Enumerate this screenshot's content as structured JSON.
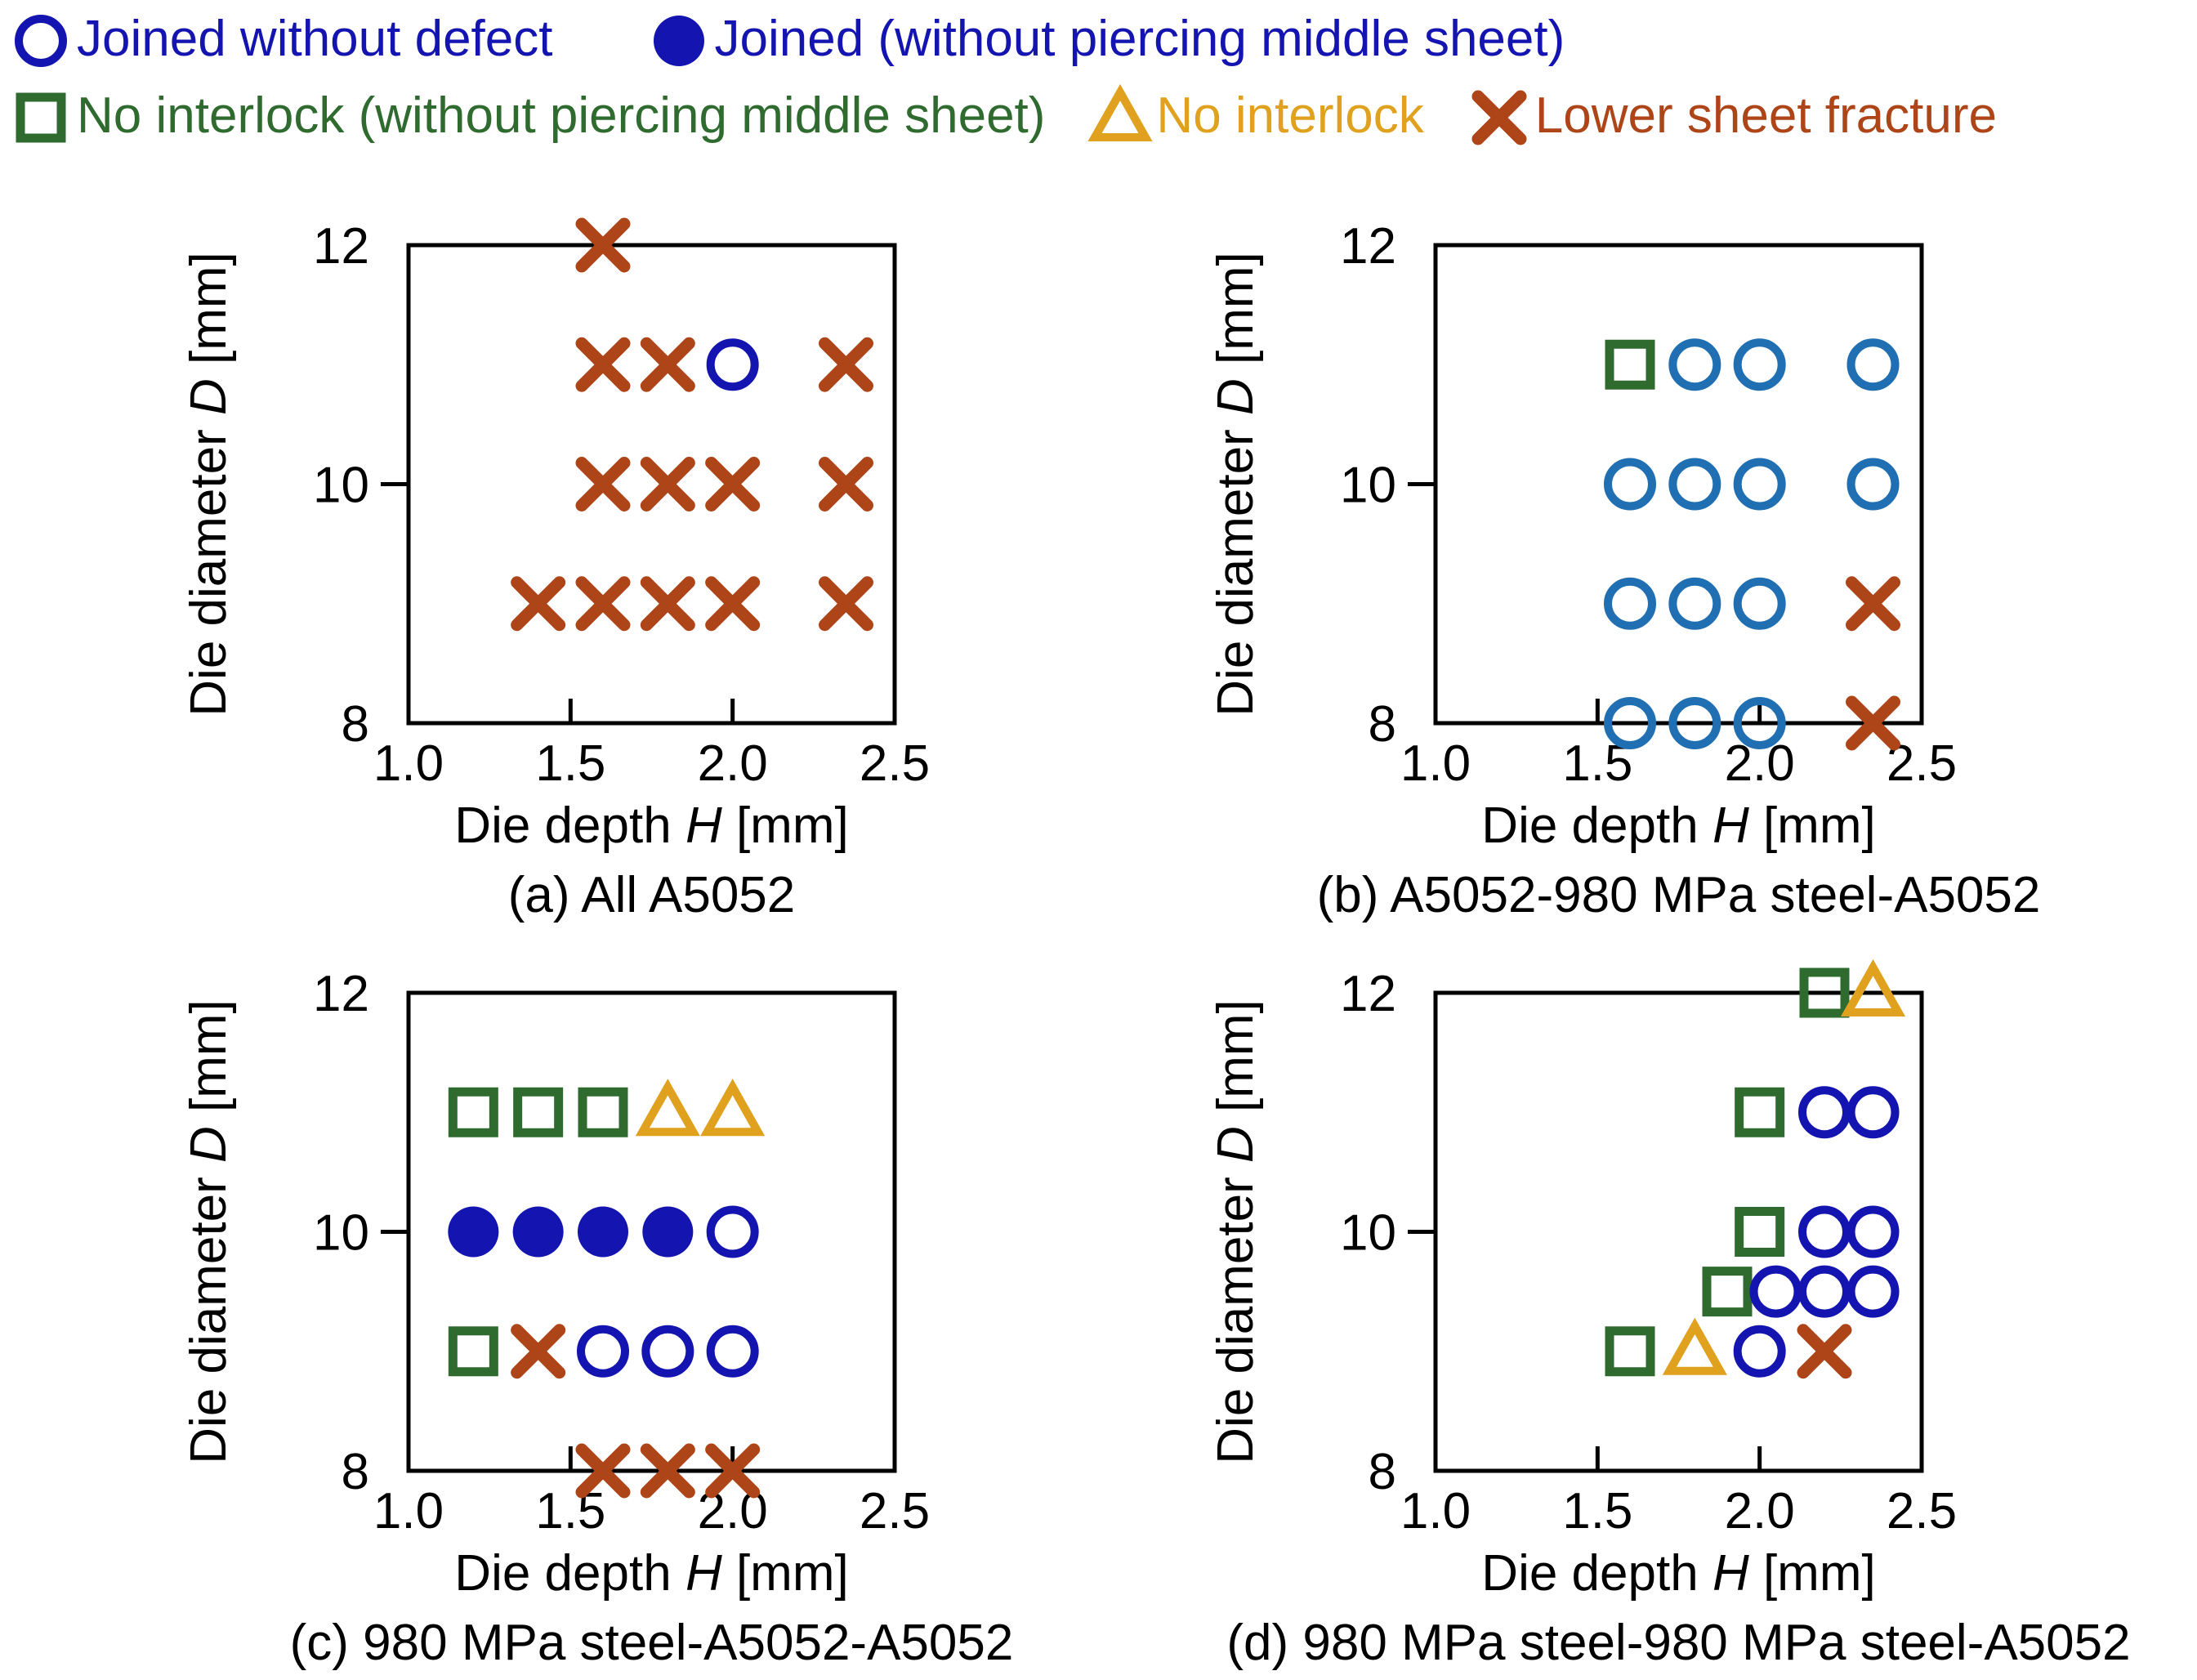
{
  "colors": {
    "navy": "#1414B0",
    "square": "#2F6B2F",
    "triangle": "#E0A11E",
    "x": "#AD4518",
    "axis": "#000000"
  },
  "legend": {
    "items": [
      {
        "marker": "circle_open",
        "color": "#1414B0",
        "label": "Joined without defect"
      },
      {
        "marker": "circle_filled",
        "color": "#1414B0",
        "label": "Joined (without piercing middle sheet)"
      },
      {
        "marker": "square",
        "color": "#2F6B2F",
        "label": "No interlock (without piercing middle sheet)"
      },
      {
        "marker": "triangle",
        "color": "#E0A11E",
        "label": "No interlock"
      },
      {
        "marker": "x",
        "color": "#AD4518",
        "label": "Lower sheet fracture"
      }
    ]
  },
  "axes": {
    "x": {
      "label_pre": "Die depth ",
      "label_var": "H",
      "label_post": " [mm]",
      "min": 1.0,
      "max": 2.5,
      "ticks": [
        {
          "v": 1.0,
          "t": "1.0"
        },
        {
          "v": 1.5,
          "t": "1.5"
        },
        {
          "v": 2.0,
          "t": "2.0"
        },
        {
          "v": 2.5,
          "t": "2.5"
        }
      ],
      "inner_tick_marks": [
        1.5,
        2.0
      ]
    },
    "y": {
      "label_pre": "Die diameter ",
      "label_var": "D",
      "label_post": " [mm]",
      "min": 8,
      "max": 12,
      "ticks": [
        {
          "v": 12,
          "t": "12"
        },
        {
          "v": 10,
          "t": "10"
        },
        {
          "v": 8,
          "t": "8"
        }
      ],
      "outer_tick_marks": [
        10
      ]
    }
  },
  "chart_data": [
    {
      "type": "scatter",
      "caption": "(a) All A5052",
      "xlabel": "Die depth H [mm]",
      "ylabel": "Die diameter D [mm]",
      "xlim": [
        1.0,
        2.5
      ],
      "ylim": [
        8,
        12
      ],
      "circle_color": "#1414B0",
      "points": [
        {
          "h": 1.6,
          "d": 12,
          "m": "x"
        },
        {
          "h": 1.6,
          "d": 11,
          "m": "x"
        },
        {
          "h": 1.8,
          "d": 11,
          "m": "x"
        },
        {
          "h": 2.0,
          "d": 11,
          "m": "circle_open"
        },
        {
          "h": 2.35,
          "d": 11,
          "m": "x"
        },
        {
          "h": 1.6,
          "d": 10,
          "m": "x"
        },
        {
          "h": 1.8,
          "d": 10,
          "m": "x"
        },
        {
          "h": 2.0,
          "d": 10,
          "m": "x"
        },
        {
          "h": 2.35,
          "d": 10,
          "m": "x"
        },
        {
          "h": 1.4,
          "d": 9,
          "m": "x"
        },
        {
          "h": 1.6,
          "d": 9,
          "m": "x"
        },
        {
          "h": 1.8,
          "d": 9,
          "m": "x"
        },
        {
          "h": 2.0,
          "d": 9,
          "m": "x"
        },
        {
          "h": 2.35,
          "d": 9,
          "m": "x"
        }
      ]
    },
    {
      "type": "scatter",
      "caption": "(b) A5052-980 MPa steel-A5052",
      "xlabel": "Die depth H [mm]",
      "ylabel": "Die diameter D [mm]",
      "xlim": [
        1.0,
        2.5
      ],
      "ylim": [
        8,
        12
      ],
      "circle_color": "#1F6FB2",
      "points": [
        {
          "h": 1.6,
          "d": 11,
          "m": "square"
        },
        {
          "h": 1.8,
          "d": 11,
          "m": "circle_open"
        },
        {
          "h": 2.0,
          "d": 11,
          "m": "circle_open"
        },
        {
          "h": 2.35,
          "d": 11,
          "m": "circle_open"
        },
        {
          "h": 1.6,
          "d": 10,
          "m": "circle_open"
        },
        {
          "h": 1.8,
          "d": 10,
          "m": "circle_open"
        },
        {
          "h": 2.0,
          "d": 10,
          "m": "circle_open"
        },
        {
          "h": 2.35,
          "d": 10,
          "m": "circle_open"
        },
        {
          "h": 1.6,
          "d": 9,
          "m": "circle_open"
        },
        {
          "h": 1.8,
          "d": 9,
          "m": "circle_open"
        },
        {
          "h": 2.0,
          "d": 9,
          "m": "circle_open"
        },
        {
          "h": 2.35,
          "d": 9,
          "m": "x"
        },
        {
          "h": 1.6,
          "d": 8,
          "m": "circle_open"
        },
        {
          "h": 1.8,
          "d": 8,
          "m": "circle_open"
        },
        {
          "h": 2.0,
          "d": 8,
          "m": "circle_open"
        },
        {
          "h": 2.35,
          "d": 8,
          "m": "x"
        }
      ]
    },
    {
      "type": "scatter",
      "caption": "(c) 980 MPa steel-A5052-A5052",
      "xlabel": "Die depth H [mm]",
      "ylabel": "Die diameter D [mm]",
      "xlim": [
        1.0,
        2.5
      ],
      "ylim": [
        8,
        12
      ],
      "circle_color": "#1414B0",
      "points": [
        {
          "h": 1.2,
          "d": 11,
          "m": "square"
        },
        {
          "h": 1.4,
          "d": 11,
          "m": "square"
        },
        {
          "h": 1.6,
          "d": 11,
          "m": "square"
        },
        {
          "h": 1.8,
          "d": 11,
          "m": "triangle"
        },
        {
          "h": 2.0,
          "d": 11,
          "m": "triangle"
        },
        {
          "h": 1.2,
          "d": 10,
          "m": "circle_filled"
        },
        {
          "h": 1.4,
          "d": 10,
          "m": "circle_filled"
        },
        {
          "h": 1.6,
          "d": 10,
          "m": "circle_filled"
        },
        {
          "h": 1.8,
          "d": 10,
          "m": "circle_filled"
        },
        {
          "h": 2.0,
          "d": 10,
          "m": "circle_open"
        },
        {
          "h": 1.2,
          "d": 9,
          "m": "square"
        },
        {
          "h": 1.4,
          "d": 9,
          "m": "x"
        },
        {
          "h": 1.6,
          "d": 9,
          "m": "circle_open"
        },
        {
          "h": 1.8,
          "d": 9,
          "m": "circle_open"
        },
        {
          "h": 2.0,
          "d": 9,
          "m": "circle_open"
        },
        {
          "h": 1.6,
          "d": 8,
          "m": "x"
        },
        {
          "h": 1.8,
          "d": 8,
          "m": "x"
        },
        {
          "h": 2.0,
          "d": 8,
          "m": "x"
        }
      ]
    },
    {
      "type": "scatter",
      "caption": "(d) 980 MPa steel-980 MPa steel-A5052",
      "xlabel": "Die depth H [mm]",
      "ylabel": "Die diameter D [mm]",
      "xlim": [
        1.0,
        2.5
      ],
      "ylim": [
        8,
        12
      ],
      "circle_color": "#1414B0",
      "points": [
        {
          "h": 2.2,
          "d": 12,
          "m": "square"
        },
        {
          "h": 2.35,
          "d": 12,
          "m": "triangle"
        },
        {
          "h": 2.0,
          "d": 11,
          "m": "square"
        },
        {
          "h": 2.2,
          "d": 11,
          "m": "circle_open"
        },
        {
          "h": 2.35,
          "d": 11,
          "m": "circle_open"
        },
        {
          "h": 2.0,
          "d": 10,
          "m": "square"
        },
        {
          "h": 2.2,
          "d": 10,
          "m": "circle_open"
        },
        {
          "h": 2.35,
          "d": 10,
          "m": "circle_open"
        },
        {
          "h": 1.9,
          "d": 9.5,
          "m": "square"
        },
        {
          "h": 2.05,
          "d": 9.5,
          "m": "circle_open"
        },
        {
          "h": 2.2,
          "d": 9.5,
          "m": "circle_open"
        },
        {
          "h": 2.35,
          "d": 9.5,
          "m": "circle_open"
        },
        {
          "h": 1.6,
          "d": 9,
          "m": "square"
        },
        {
          "h": 1.8,
          "d": 9,
          "m": "triangle"
        },
        {
          "h": 2.0,
          "d": 9,
          "m": "circle_open"
        },
        {
          "h": 2.2,
          "d": 9,
          "m": "x"
        }
      ]
    }
  ]
}
